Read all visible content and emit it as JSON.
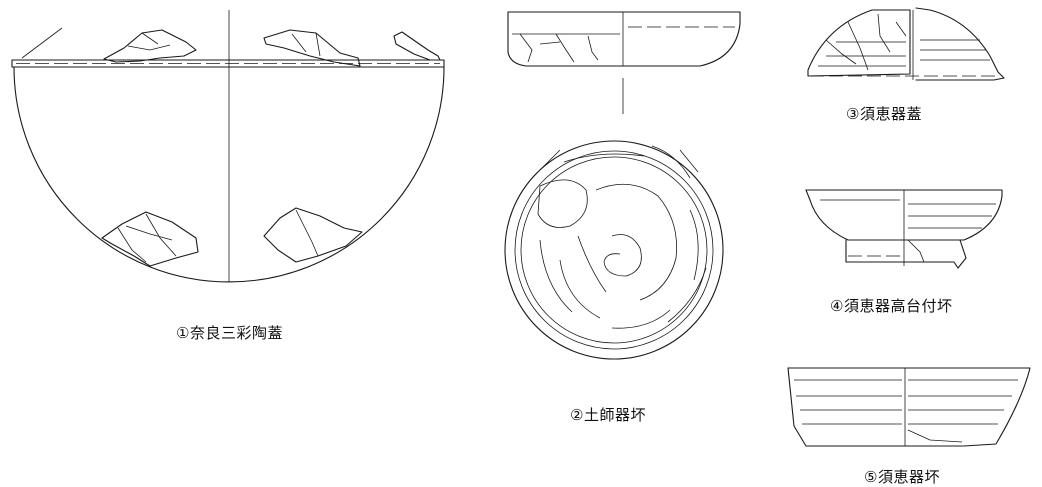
{
  "captions": {
    "item1": "①奈良三彩陶蓋",
    "item2": "②土師器坏",
    "item3": "③須恵器蓋",
    "item4": "④須恵器高台付坏",
    "item5": "⑤須恵器坏"
  }
}
